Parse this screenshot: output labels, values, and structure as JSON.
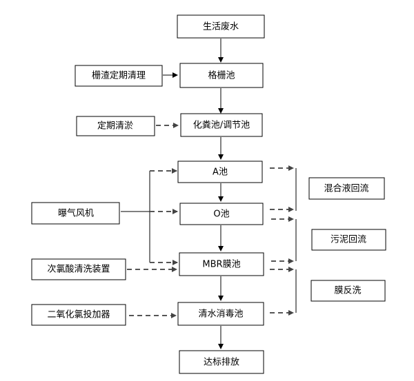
{
  "main_flow": {
    "domestic_sewage": "生活废水",
    "grille_tank": "格栅池",
    "septic_tank": "化粪池/调节池",
    "a_tank": "A池",
    "o_tank": "O池",
    "mbr_tank": "MBR膜池",
    "clear_water_tank": "清水消毒池",
    "discharge": "达标排放"
  },
  "left_inputs": {
    "grille_cleaning": "栅渣定期清理",
    "dredging": "定期清淤",
    "roots_blower": "曝气风机",
    "hypochlorite_cleaning": "次氯酸清洗装置",
    "chlorine_dioxide_dosing": "二氧化氯投加器"
  },
  "right_returns": {
    "mixed_liquor_return": "混合液回流",
    "sludge_return": "污泥回流",
    "membrane_backwash": "膜反洗"
  }
}
